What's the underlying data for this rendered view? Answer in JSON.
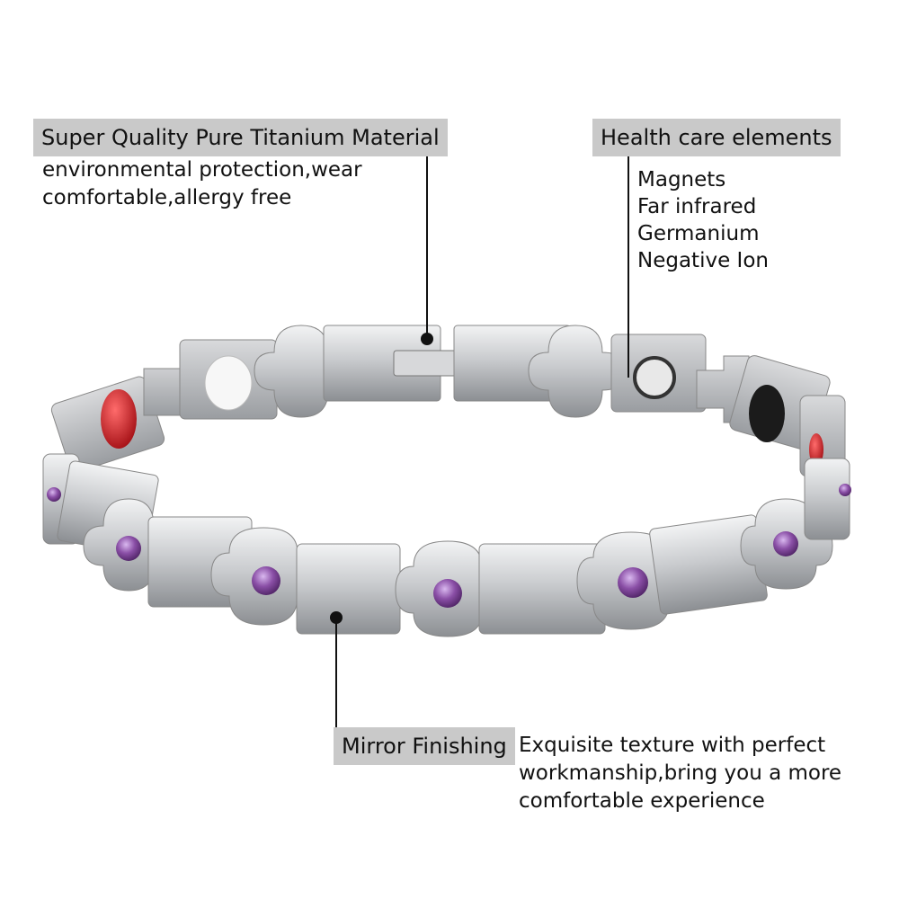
{
  "callouts": {
    "material": {
      "title": "Super Quality Pure Titanium Material",
      "lines": [
        "environmental protection,wear",
        "comfortable,allergy free"
      ]
    },
    "health": {
      "title": "Health care elements",
      "lines": [
        "Magnets",
        "Far infrared",
        "Germanium",
        "Negative Ion"
      ]
    },
    "finish": {
      "title": "Mirror Finishing",
      "lines": [
        "Exquisite texture with perfect",
        "workmanship,bring you a more",
        "comfortable experience"
      ]
    }
  },
  "colors": {
    "label_background": "#c9c9c9",
    "steel": "#c4c6c9",
    "gem": "#8a4fa6",
    "red_stone": "#c4161c",
    "white_stone": "#f4f4f4",
    "black_stone": "#1b1b1b"
  }
}
